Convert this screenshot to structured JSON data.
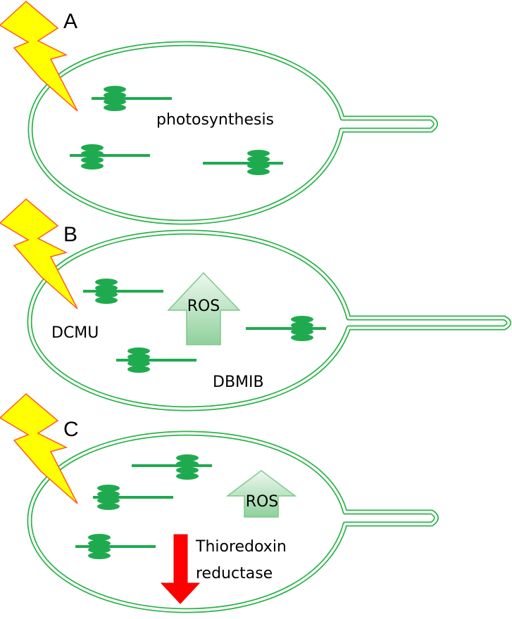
{
  "panels": [
    {
      "id": "A",
      "letter": "A",
      "labels": {
        "photosynthesis": "photosynthesis"
      }
    },
    {
      "id": "B",
      "letter": "B",
      "labels": {
        "inhibitor1": "DCMU",
        "inhibitor2": "DBMIB",
        "ros": "ROS"
      }
    },
    {
      "id": "C",
      "letter": "C",
      "labels": {
        "ros": "ROS",
        "enzyme_line1": "Thioredoxin",
        "enzyme_line2": "reductase"
      }
    }
  ],
  "colors": {
    "cell_outline": "#2db34a",
    "thylakoid": "#1faa50",
    "bolt_fill": "#ffff00",
    "bolt_edge": "#ff5a1e",
    "ros_arrow_light": "#e8f6ea",
    "ros_arrow_dark": "#8fd19b",
    "decrease_arrow": "#ff0000"
  }
}
